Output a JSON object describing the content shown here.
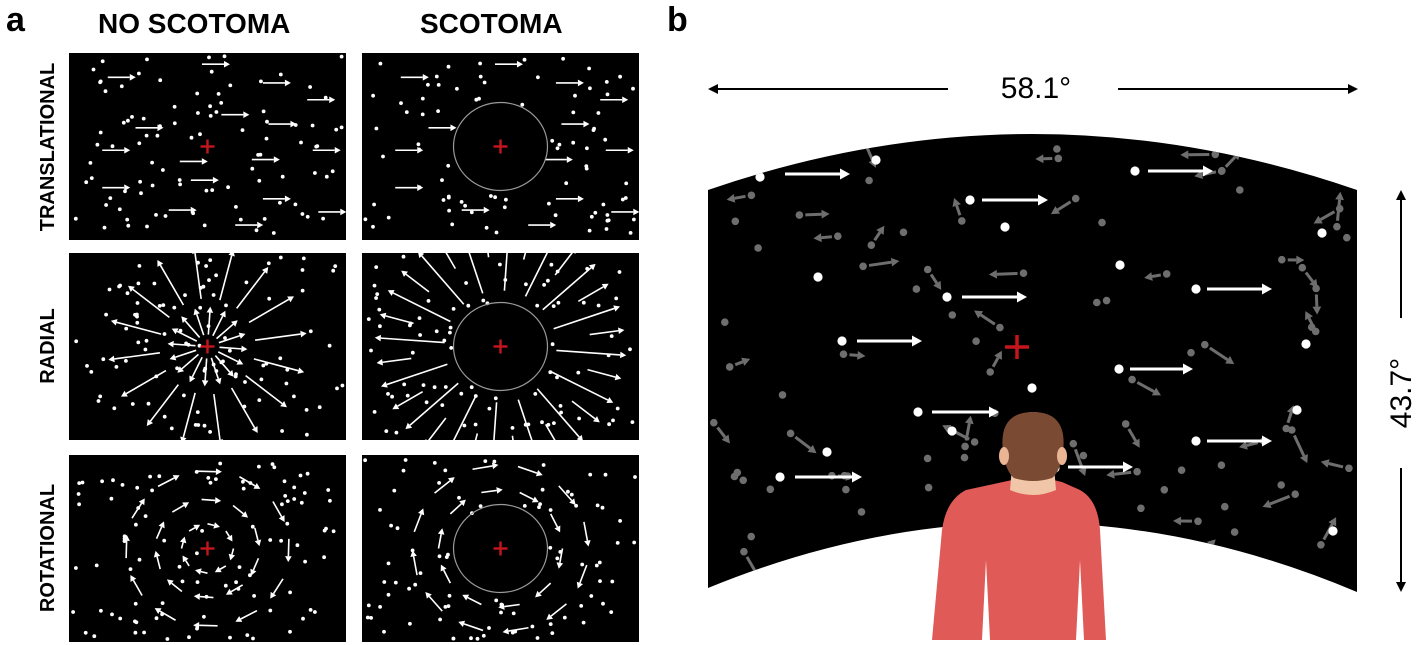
{
  "panel_a": {
    "letter": "a",
    "columns": [
      "NO SCOTOMA",
      "SCOTOMA"
    ],
    "rows": [
      "TRANSLATIONAL",
      "RADIAL",
      "ROTATIONAL"
    ]
  },
  "panel_b": {
    "letter": "b",
    "width_label": "58.1°",
    "height_label": "43.7°"
  },
  "colors": {
    "background": "#000000",
    "dot": "#ffffff",
    "fixation_cross": "#c4161c",
    "scotoma_outline": "#9a9a9a",
    "grey_dot": "#6e6e6e",
    "person_shirt": "#e05a57",
    "person_skin": "#f1c5a8",
    "person_hair": "#7a4a33"
  }
}
